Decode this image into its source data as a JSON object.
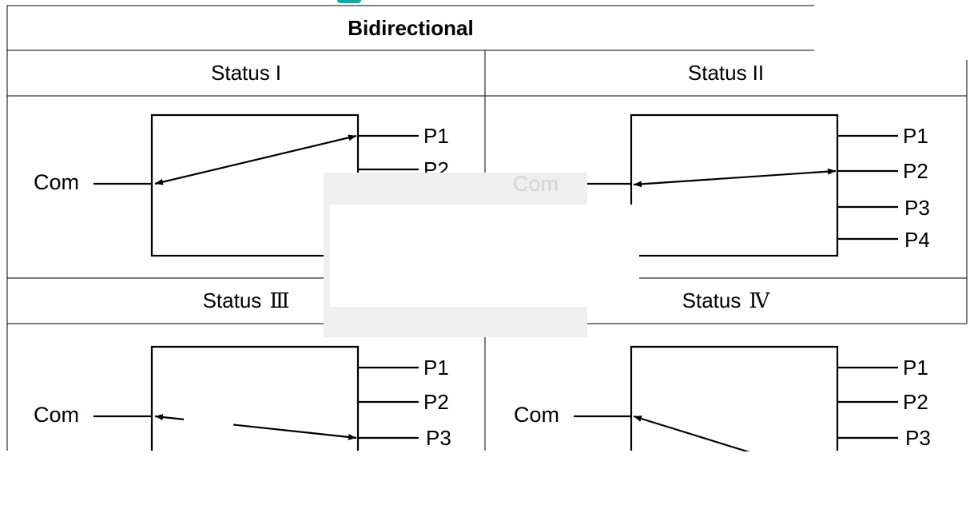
{
  "table": {
    "title": "Bidirectional",
    "status_word": "Status",
    "cells": [
      {
        "numeral": "I"
      },
      {
        "numeral": "II"
      },
      {
        "numeral": "Ⅲ"
      },
      {
        "numeral": "Ⅳ"
      }
    ]
  },
  "switch": {
    "common_label": "Com",
    "ports": [
      "P1",
      "P2",
      "P3",
      "P4"
    ]
  },
  "colors": {
    "line": "#000000",
    "accent": "#1aa5a5",
    "overlay": "#efefef"
  }
}
